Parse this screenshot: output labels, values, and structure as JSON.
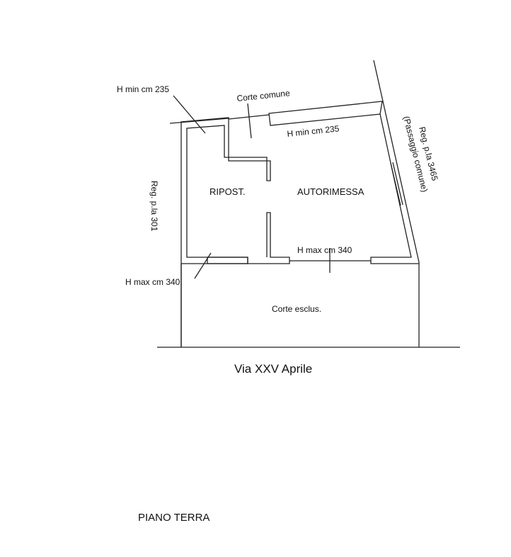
{
  "plan": {
    "rooms": {
      "storage": "RIPOST.",
      "garage": "AUTORIMESSA"
    },
    "annotations": {
      "hmin_left": "H min cm 235",
      "hmin_top": "H min cm 235",
      "hmax_left": "H max cm 340",
      "hmax_bottom": "H max cm 340",
      "shared_courtyard": "Corte comune",
      "exclusive_courtyard": "Corte esclus.",
      "parcel_left": "Reg. p.la 301",
      "parcel_right": "Reg. p.la 3465",
      "common_passage": "(Passaggio comune)"
    },
    "street": "Via XXV Aprile",
    "floor_label": "PIANO TERRA"
  }
}
